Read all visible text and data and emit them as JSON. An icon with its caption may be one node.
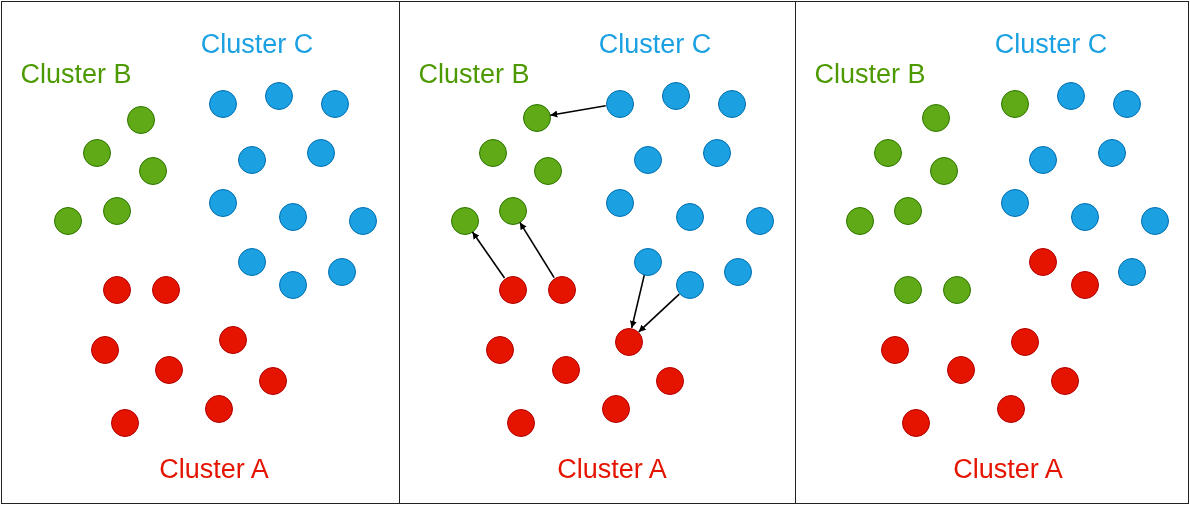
{
  "diagram": {
    "nodes": [
      {
        "text": [
          "Cluster C",
          "Cluster B",
          "Cluster A"
        ]
      },
      {
        "text": [],
        "shape": "circle",
        "in": 0
      },
      {
        "text": [],
        "shape": "circle",
        "in": 0
      },
      {
        "text": [],
        "shape": "circle",
        "in": 0
      },
      {
        "text": [],
        "shape": "circle",
        "in": 0
      },
      {
        "text": [],
        "shape": "circle",
        "in": 0
      },
      {
        "text": [],
        "shape": "circle",
        "in": 0
      },
      {
        "text": [],
        "shape": "circle",
        "in": 0
      },
      {
        "text": [],
        "shape": "circle",
        "in": 0
      },
      {
        "text": [],
        "shape": "circle",
        "in": 0
      },
      {
        "text": [],
        "shape": "circle",
        "in": 0
      },
      {
        "text": [],
        "shape": "circle",
        "in": 0
      },
      {
        "text": [],
        "shape": "circle",
        "in": 0
      },
      {
        "text": [],
        "shape": "circle",
        "in": 0
      },
      {
        "text": [],
        "shape": "circle",
        "in": 0
      },
      {
        "text": [],
        "shape": "circle",
        "in": 0
      },
      {
        "text": [],
        "shape": "circle",
        "in": 0
      },
      {
        "text": [],
        "shape": "circle",
        "in": 0
      },
      {
        "text": [],
        "shape": "circle",
        "in": 0
      },
      {
        "text": [],
        "shape": "circle",
        "in": 0
      },
      {
        "text": [],
        "shape": "circle",
        "in": 0
      },
      {
        "text": [],
        "shape": "circle",
        "in": 0
      },
      {
        "text": [],
        "shape": "circle",
        "in": 0
      },
      {
        "text": [],
        "shape": "circle",
        "in": 0
      },
      {
        "text": [],
        "shape": "circle",
        "in": 0
      },
      {
        "text": [
          "Cluster C",
          "Cluster B",
          "Cluster A"
        ]
      },
      {
        "text": [],
        "shape": "circle",
        "in": 25
      },
      {
        "text": [],
        "shape": "circle",
        "in": 25
      },
      {
        "text": [],
        "shape": "circle",
        "in": 25
      },
      {
        "text": [],
        "shape": "circle",
        "in": 25
      },
      {
        "text": [],
        "shape": "circle",
        "in": 25
      },
      {
        "text": [],
        "shape": "circle",
        "in": 25
      },
      {
        "text": [],
        "shape": "circle",
        "in": 25
      },
      {
        "text": [],
        "shape": "circle",
        "in": 25
      },
      {
        "text": [],
        "shape": "circle",
        "in": 25
      },
      {
        "text": [],
        "shape": "circle",
        "in": 25
      },
      {
        "text": [],
        "shape": "circle",
        "in": 25
      },
      {
        "text": [],
        "shape": "circle",
        "in": 25
      },
      {
        "text": [],
        "shape": "circle",
        "in": 25
      },
      {
        "text": [],
        "shape": "circle",
        "in": 25
      },
      {
        "text": [],
        "shape": "circle",
        "in": 25
      },
      {
        "text": [],
        "shape": "circle",
        "in": 25
      },
      {
        "text": [],
        "shape": "circle",
        "in": 25
      },
      {
        "text": [],
        "shape": "circle",
        "in": 25
      },
      {
        "text": [],
        "shape": "circle",
        "in": 25
      },
      {
        "text": [],
        "shape": "circle",
        "in": 25
      },
      {
        "text": [],
        "shape": "circle",
        "in": 25
      },
      {
        "text": [],
        "shape": "circle",
        "in": 25
      },
      {
        "text": [],
        "shape": "circle",
        "in": 25
      },
      {
        "text": [],
        "shape": "circle",
        "in": 25
      },
      {
        "text": [
          "Cluster C",
          "Cluster B",
          "Cluster A"
        ]
      },
      {
        "text": [],
        "shape": "circle",
        "in": 50
      },
      {
        "text": [],
        "shape": "circle",
        "in": 50
      },
      {
        "text": [],
        "shape": "circle",
        "in": 50
      },
      {
        "text": [],
        "shape": "circle",
        "in": 50
      },
      {
        "text": [],
        "shape": "circle",
        "in": 50
      },
      {
        "text": [],
        "shape": "circle",
        "in": 50
      },
      {
        "text": [],
        "shape": "circle",
        "in": 50
      },
      {
        "text": [],
        "shape": "circle",
        "in": 50
      },
      {
        "text": [],
        "shape": "circle",
        "in": 50
      },
      {
        "text": [],
        "shape": "circle",
        "in": 50
      },
      {
        "text": [],
        "shape": "circle",
        "in": 50
      },
      {
        "text": [],
        "shape": "circle",
        "in": 50
      },
      {
        "text": [],
        "shape": "circle",
        "in": 50
      },
      {
        "text": [],
        "shape": "circle",
        "in": 50
      },
      {
        "text": [],
        "shape": "circle",
        "in": 50
      },
      {
        "text": [],
        "shape": "circle",
        "in": 50
      },
      {
        "text": [],
        "shape": "circle",
        "in": 50
      },
      {
        "text": [],
        "shape": "circle",
        "in": 50
      },
      {
        "text": [],
        "shape": "circle",
        "in": 50
      },
      {
        "text": [],
        "shape": "circle",
        "in": 50
      },
      {
        "text": [],
        "shape": "circle",
        "in": 50
      },
      {
        "text": [],
        "shape": "circle",
        "in": 50
      },
      {
        "text": [],
        "shape": "circle",
        "in": 50
      },
      {
        "text": [],
        "shape": "circle",
        "in": 50
      }
    ],
    "edges": [
      {
        "from": 27,
        "to": 29,
        "arrow": "to"
      },
      {
        "from": 42,
        "to": 37,
        "arrow": "to"
      },
      {
        "from": 43,
        "to": 35,
        "arrow": "to"
      },
      {
        "from": 39,
        "to": 44,
        "arrow": "to"
      },
      {
        "from": 41,
        "to": 44,
        "arrow": "to"
      }
    ]
  }
}
